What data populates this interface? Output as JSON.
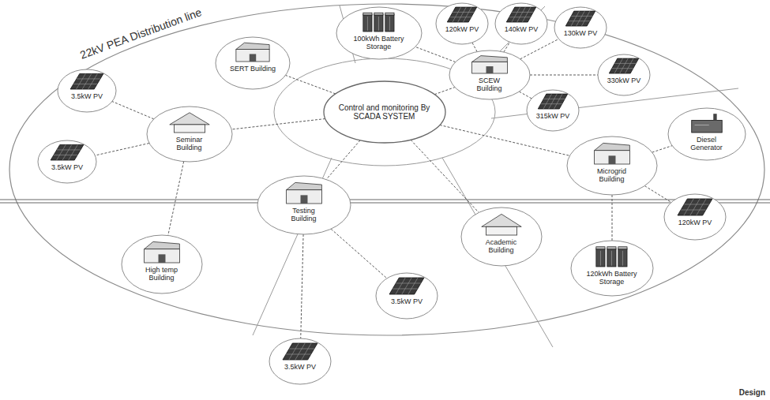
{
  "diagram": {
    "nodes": [
      {
        "text": [
          "Control and monitoring By SCADA SYSTEM"
        ]
      },
      {
        "text": [
          "SERT Building"
        ]
      },
      {
        "text": [
          "Seminar Building"
        ]
      },
      {
        "text": [
          "3.5kW PV"
        ]
      },
      {
        "text": [
          "3.5kW PV"
        ]
      },
      {
        "text": [
          "High temp Building"
        ]
      },
      {
        "text": [
          "Testing Building"
        ]
      },
      {
        "text": [
          "3.5kW PV"
        ]
      },
      {
        "text": [
          "3.5kW PV"
        ]
      },
      {
        "text": [
          "Academic Building"
        ]
      },
      {
        "text": [
          "Microgrid Building"
        ]
      },
      {
        "text": [
          "Diesel Generator"
        ]
      },
      {
        "text": [
          "120kW PV"
        ]
      },
      {
        "text": [
          "120kWh Battery Storage"
        ]
      },
      {
        "text": [
          "SCEW Building"
        ]
      },
      {
        "text": [
          "100kWh Battery Storage"
        ]
      },
      {
        "text": [
          "120kW PV"
        ]
      },
      {
        "text": [
          "140kW PV"
        ]
      },
      {
        "text": [
          "130kW PV"
        ]
      },
      {
        "text": [
          "330kW PV"
        ]
      },
      {
        "text": [
          "315kW PV"
        ]
      }
    ],
    "edges": [
      {
        "from": 0,
        "to": 1,
        "arrow": "none"
      },
      {
        "from": 0,
        "to": 2,
        "arrow": "none"
      },
      {
        "from": 0,
        "to": 6,
        "arrow": "none"
      },
      {
        "from": 0,
        "to": 9,
        "arrow": "none"
      },
      {
        "from": 0,
        "to": 10,
        "arrow": "none"
      },
      {
        "from": 0,
        "to": 14,
        "arrow": "none"
      },
      {
        "from": 2,
        "to": 3,
        "arrow": "none"
      },
      {
        "from": 2,
        "to": 4,
        "arrow": "none"
      },
      {
        "from": 2,
        "to": 5,
        "arrow": "none"
      },
      {
        "from": 6,
        "to": 7,
        "arrow": "none"
      },
      {
        "from": 6,
        "to": 8,
        "arrow": "none"
      },
      {
        "from": 10,
        "to": 11,
        "arrow": "none"
      },
      {
        "from": 10,
        "to": 12,
        "arrow": "none"
      },
      {
        "from": 10,
        "to": 13,
        "arrow": "none"
      },
      {
        "from": 14,
        "to": 15,
        "arrow": "none"
      },
      {
        "from": 14,
        "to": 16,
        "arrow": "none"
      },
      {
        "from": 14,
        "to": 17,
        "arrow": "none"
      },
      {
        "from": 14,
        "to": 18,
        "arrow": "none"
      },
      {
        "from": 14,
        "to": 19,
        "arrow": "none"
      },
      {
        "from": 14,
        "to": 20,
        "arrow": "none"
      }
    ],
    "labels": [
      "22kV PEA Distribution line",
      "Design"
    ]
  }
}
